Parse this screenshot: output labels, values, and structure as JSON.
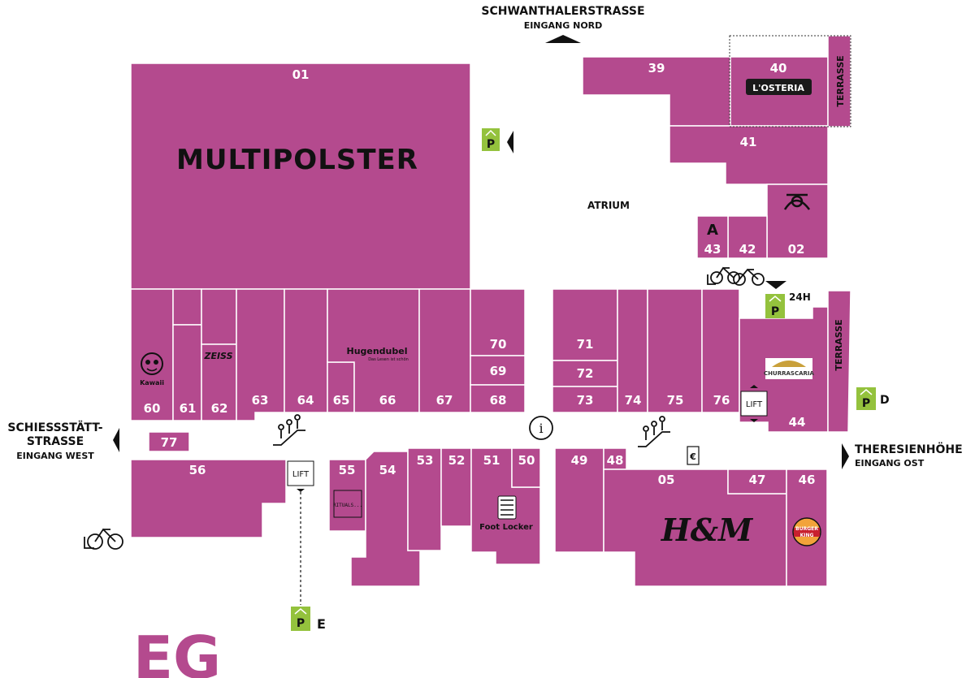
{
  "colors": {
    "unit_fill": "#b44a8e",
    "unit_stroke": "#ffffff",
    "parking": "#94c23d",
    "floor_label": "#b44a8e",
    "text_dark": "#111111"
  },
  "floor_label": "EG",
  "areas": {
    "atrium": "ATRIUM",
    "terrace": "TERRASSE"
  },
  "entrances": {
    "north": {
      "street": "SCHWANTHALERSTRASSE",
      "sub": "EINGANG NORD"
    },
    "west": {
      "street_line1": "SCHIESSSTÄTT-",
      "street_line2": "STRASSE",
      "sub": "EINGANG WEST"
    },
    "east": {
      "street": "THERESIENHÖHE",
      "sub": "EINGANG OST"
    }
  },
  "parking": {
    "symbol": "P",
    "d_label": "D",
    "e_label": "E",
    "h24": "24H"
  },
  "lift_label": "LIFT",
  "brands": {
    "multipolster": "MULTIPOLSTER",
    "osteria": "L'OSTERIA",
    "zeiss": "ZEISS",
    "hugendubel": "Hugendubel",
    "hugendubel_tag": "Das Lesen ist schön",
    "churrascaria": "CHURRASCARIA",
    "hm": "H&M",
    "footlocker": "Foot Locker",
    "bk_line1": "BURGER",
    "bk_line2": "KING",
    "rituals": "RITUALS...",
    "sushi": "Kawaii",
    "pharmacy": "A"
  },
  "atm_symbol": "€",
  "info_symbol": "i",
  "units": {
    "u01": "01",
    "u02": "02",
    "u05": "05",
    "u39": "39",
    "u40": "40",
    "u41": "41",
    "u42": "42",
    "u43": "43",
    "u44": "44",
    "u46": "46",
    "u47": "47",
    "u48": "48",
    "u49": "49",
    "u50": "50",
    "u51": "51",
    "u52": "52",
    "u53": "53",
    "u54": "54",
    "u55": "55",
    "u56": "56",
    "u60": "60",
    "u61": "61",
    "u62": "62",
    "u63": "63",
    "u64": "64",
    "u65": "65",
    "u66": "66",
    "u67": "67",
    "u68": "68",
    "u69": "69",
    "u70": "70",
    "u71": "71",
    "u72": "72",
    "u73": "73",
    "u74": "74",
    "u75": "75",
    "u76": "76",
    "u77": "77"
  }
}
